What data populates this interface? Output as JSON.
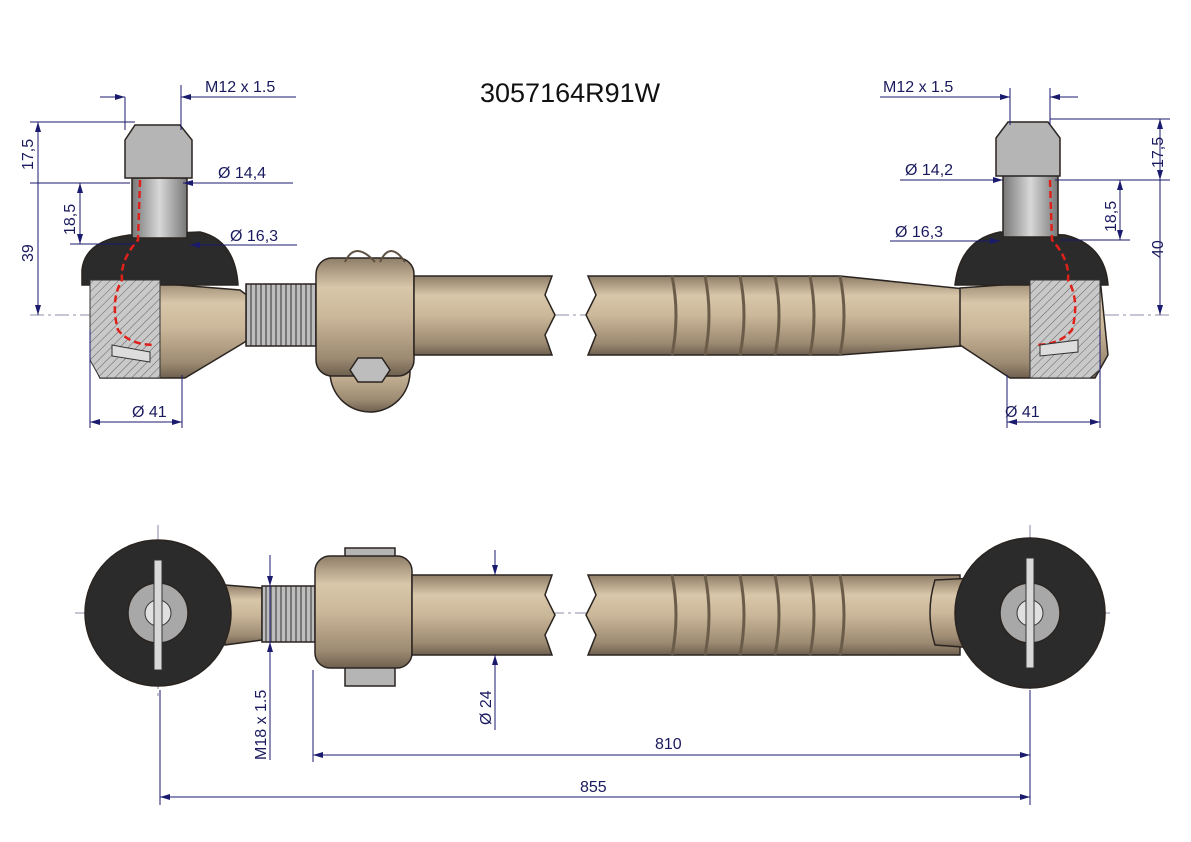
{
  "title": "3057164R91W",
  "top_view": {
    "left": {
      "thread": "M12 x 1.5",
      "height_top": "17,5",
      "height_mid": "18,5",
      "height_total": "39",
      "dia_pin": "Ø 14,4",
      "dia_taper": "Ø 16,3",
      "dia_body": "Ø 41"
    },
    "right": {
      "thread": "M12 x 1.5",
      "height_top": "17,5",
      "height_mid": "18,5",
      "height_total": "40",
      "dia_pin": "Ø 14,2",
      "dia_taper": "Ø 16,3",
      "dia_body": "Ø 41"
    }
  },
  "bottom_view": {
    "thread": "M18 x 1.5",
    "dia_tube": "Ø 24",
    "length_inner": "810",
    "length_total": "855"
  },
  "colors": {
    "metal": "#c9b597",
    "boot": "#2b2b2b",
    "dimension": "#1a1a6e",
    "section": "#e0201a"
  }
}
